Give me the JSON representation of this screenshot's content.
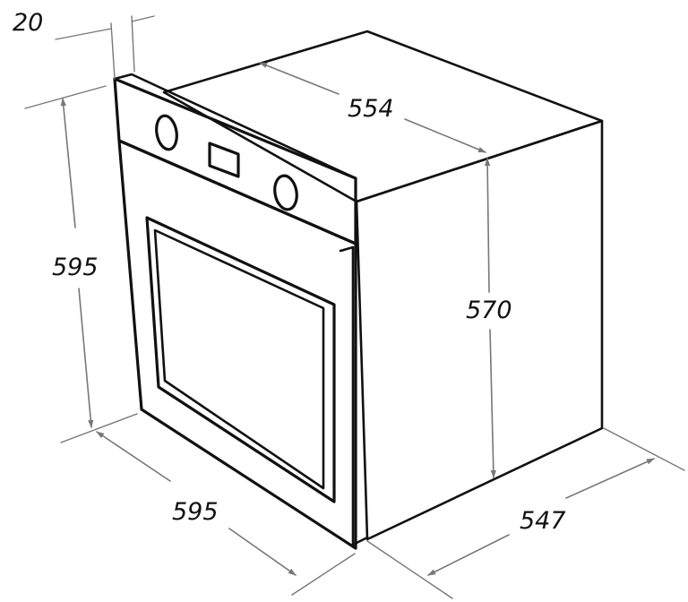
{
  "dimensions": {
    "front_panel_depth": "20",
    "top_depth": "554",
    "total_height": "595",
    "body_height": "570",
    "front_width": "595",
    "body_depth": "547"
  },
  "colors": {
    "outline": "#111111",
    "dimension_line": "#777777",
    "background": "#ffffff"
  }
}
